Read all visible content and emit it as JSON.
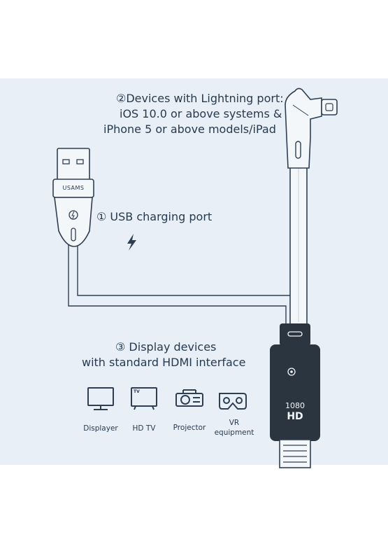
{
  "lightning_callout": {
    "line1": "②Devices with Lightning port:",
    "line2": "iOS 10.0 or above systems &",
    "line3": "iPhone 5 or above models/iPad"
  },
  "usb_callout": {
    "label": "① USB charging port"
  },
  "usb_plug": {
    "brand": "USAMS"
  },
  "display_callout": {
    "line1": "③ Display devices",
    "line2": "with standard HDMI interface"
  },
  "hdmi_plug": {
    "res": "1080",
    "hd": "HD"
  },
  "devices": [
    {
      "label": "Displayer",
      "icon": "monitor-icon"
    },
    {
      "label": "HD TV",
      "icon": "tv-icon",
      "icon_text": "TV"
    },
    {
      "label": "Projector",
      "icon": "projector-icon"
    },
    {
      "label_line1": "VR",
      "label_line2": "equipment",
      "icon": "vr-headset-icon"
    }
  ],
  "colors": {
    "panel": "#e9eff6",
    "text": "#263a4f",
    "plug_dark": "#2b3540",
    "cable": "#f4f7fa"
  }
}
